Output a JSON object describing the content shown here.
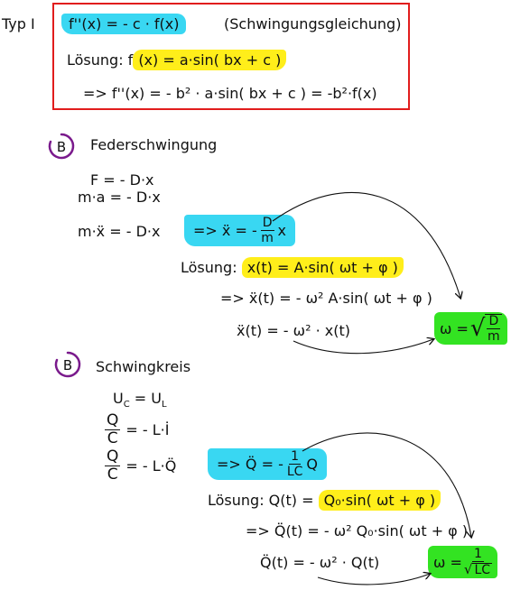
{
  "typ": "Typ I",
  "box": {
    "eq": "f''(x) = - c · f(x)",
    "eq_name": "(Schwingungsgleichung)",
    "loesung_label": "Lösung: f",
    "loesung_hl": "(x) = a·sin( bx + c )",
    "derivation": "=> f''(x) = - b² · a·sin( bx + c ) = -b²·f(x)"
  },
  "sec1": {
    "badge": "B",
    "title": "Federschwingung",
    "line1": "F = - D·x",
    "line2": "m·a = - D·x",
    "line3": "m·ẍ = - D·x",
    "arrow_pre": "=> ẍ = -",
    "frac_num": "D",
    "frac_den": "m",
    "frac_post": "x",
    "loesung_label": "Lösung:",
    "loesung_hl": "x(t) = A·sin( ωt + φ )",
    "deriv1": "=> ẍ(t) = - ω² A·sin( ωt + φ )",
    "deriv2": "ẍ(t) = - ω² · x(t)",
    "result_omega": "ω =",
    "result_num": "D",
    "result_den": "m"
  },
  "sec2": {
    "badge": "B",
    "title": "Schwingkreis",
    "line1": "U",
    "line1_sub1": "C",
    "line1_mid": " = U",
    "line1_sub2": "L",
    "frac1_num": "Q",
    "frac1_den": "C",
    "frac1_rhs": "= - L·İ",
    "frac2_num": "Q",
    "frac2_den": "C",
    "frac2_rhs": "= - L·Q̈",
    "arrow_pre": "=> Q̈ = -",
    "frac_num": "1",
    "frac_den": "LC",
    "frac_post": "Q",
    "loesung_label": "Lösung: Q(t) =",
    "loesung_hl": "Q₀·sin( ωt + φ )",
    "deriv1": "=> Q̈(t) = - ω² Q₀·sin( ωt + φ )",
    "deriv2": "Q̈(t) = - ω² · Q(t)",
    "result_omega": "ω =",
    "result_num": "1",
    "result_den": "LC"
  },
  "colors": {
    "cyan": "#39d7f2",
    "yellow": "#ffee1a",
    "green": "#33e322",
    "box_border": "#e11d1d",
    "badge": "#7a1a8c"
  }
}
